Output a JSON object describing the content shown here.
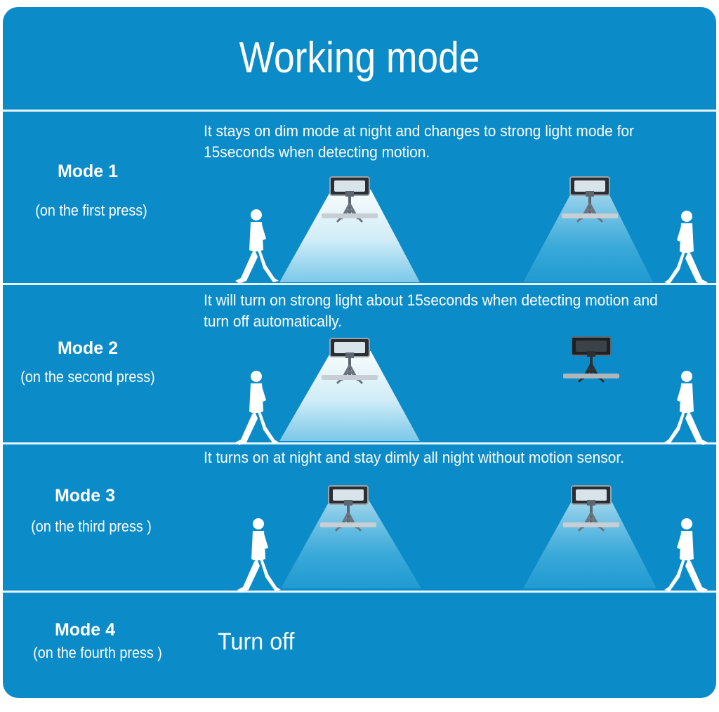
{
  "title": "Working mode",
  "colors": {
    "background": "#0b8bc7",
    "text": "#ffffff",
    "beam": "#dff4fb"
  },
  "modes": [
    {
      "name": "Mode 1",
      "press": "(on the first press)",
      "description": "It stays on dim mode at night and changes to strong light  mode for 15seconds when detecting motion."
    },
    {
      "name": "Mode 2",
      "press": "(on the second press)",
      "description": "It will turn on strong light about 15seconds when detecting motion and turn off automatically."
    },
    {
      "name": "Mode 3",
      "press": "(on the third press )",
      "description": "It turns on at night and stay dimly all night without motion sensor."
    },
    {
      "name": "Mode 4",
      "press": "(on the fourth press )",
      "description": "Turn off"
    }
  ],
  "icons": [
    "solar-lamp-icon",
    "walking-person-icon",
    "light-beam-icon"
  ]
}
